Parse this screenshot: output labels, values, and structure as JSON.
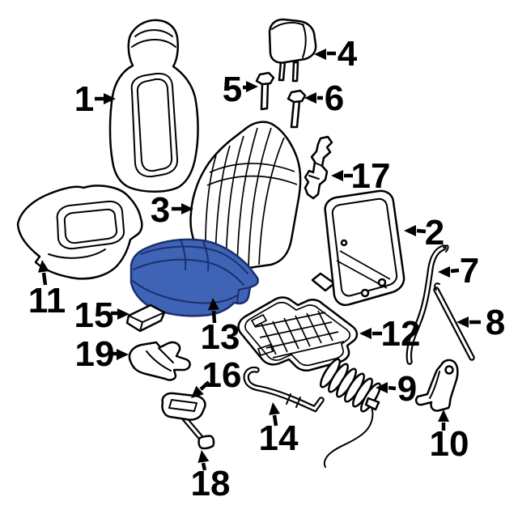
{
  "diagram": {
    "subject": "vehicle-front-seat-exploded-parts-diagram",
    "background": "#ffffff",
    "line_color": "#000000",
    "label_color": "#000000",
    "highlight_fill": "#3f63b5",
    "highlight_stroke": "#1c2f6e",
    "highlighted_callout": "13"
  },
  "callouts": [
    {
      "number": "1",
      "part": "seat-back-cover-left"
    },
    {
      "number": "2",
      "part": "seat-back-frame"
    },
    {
      "number": "3",
      "part": "seat-back-cover-right"
    },
    {
      "number": "4",
      "part": "headrest"
    },
    {
      "number": "5",
      "part": "headrest-guide-left"
    },
    {
      "number": "6",
      "part": "headrest-guide-right"
    },
    {
      "number": "7",
      "part": "release-cable"
    },
    {
      "number": "8",
      "part": "support-rod"
    },
    {
      "number": "9",
      "part": "spring-coil-with-wire"
    },
    {
      "number": "10",
      "part": "mounting-bracket"
    },
    {
      "number": "11",
      "part": "seat-cushion-with-armrest"
    },
    {
      "number": "12",
      "part": "seat-pan"
    },
    {
      "number": "13",
      "part": "seat-cushion-cover-highlighted"
    },
    {
      "number": "14",
      "part": "torsion-rod"
    },
    {
      "number": "15",
      "part": "spacer-block"
    },
    {
      "number": "16",
      "part": "recliner-handle"
    },
    {
      "number": "17",
      "part": "latch-bracket"
    },
    {
      "number": "18",
      "part": "handle-knob"
    },
    {
      "number": "19",
      "part": "retainer-clip"
    }
  ]
}
